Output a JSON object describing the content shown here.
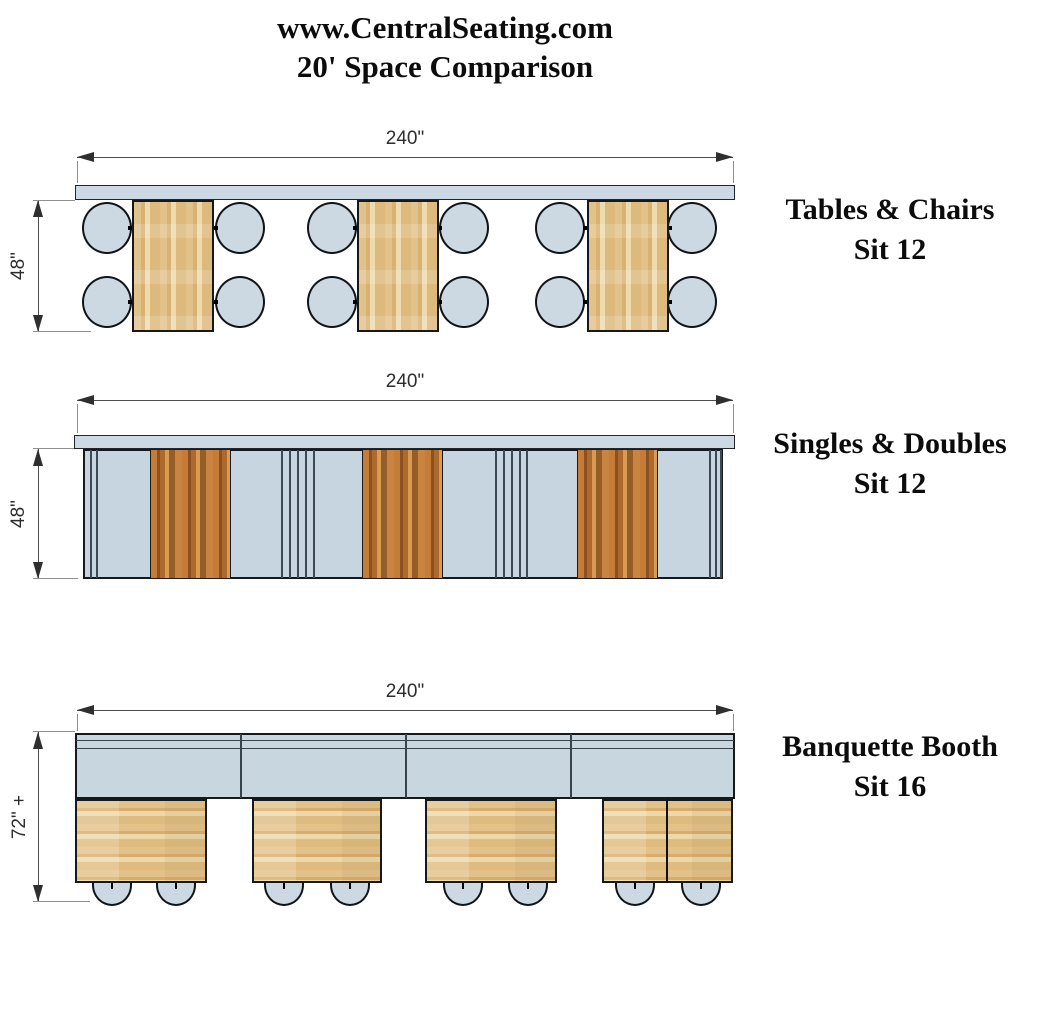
{
  "page_title": {
    "line1": "www.CentralSeating.com",
    "line2": "20' Space Comparison"
  },
  "sections": [
    {
      "name": "Tables & Chairs",
      "seats": "Sit 12",
      "width": "240\"",
      "depth": "48\""
    },
    {
      "name": "Singles & Doubles",
      "seats": "Sit 12",
      "width": "240\"",
      "depth": "48\""
    },
    {
      "name": "Banquette Booth",
      "seats": "Sit 16",
      "width": "240\"",
      "depth": "72\" +"
    }
  ],
  "colors": {
    "upholstery_blue": "#ccd9e3",
    "tabletop_bar_blue": "#ccd9e5",
    "wood_light": "#dfbc80",
    "wood_dark_stripe": "#b06a2d",
    "outline": "#15191c",
    "dimension_line": "#4d4d4d"
  }
}
